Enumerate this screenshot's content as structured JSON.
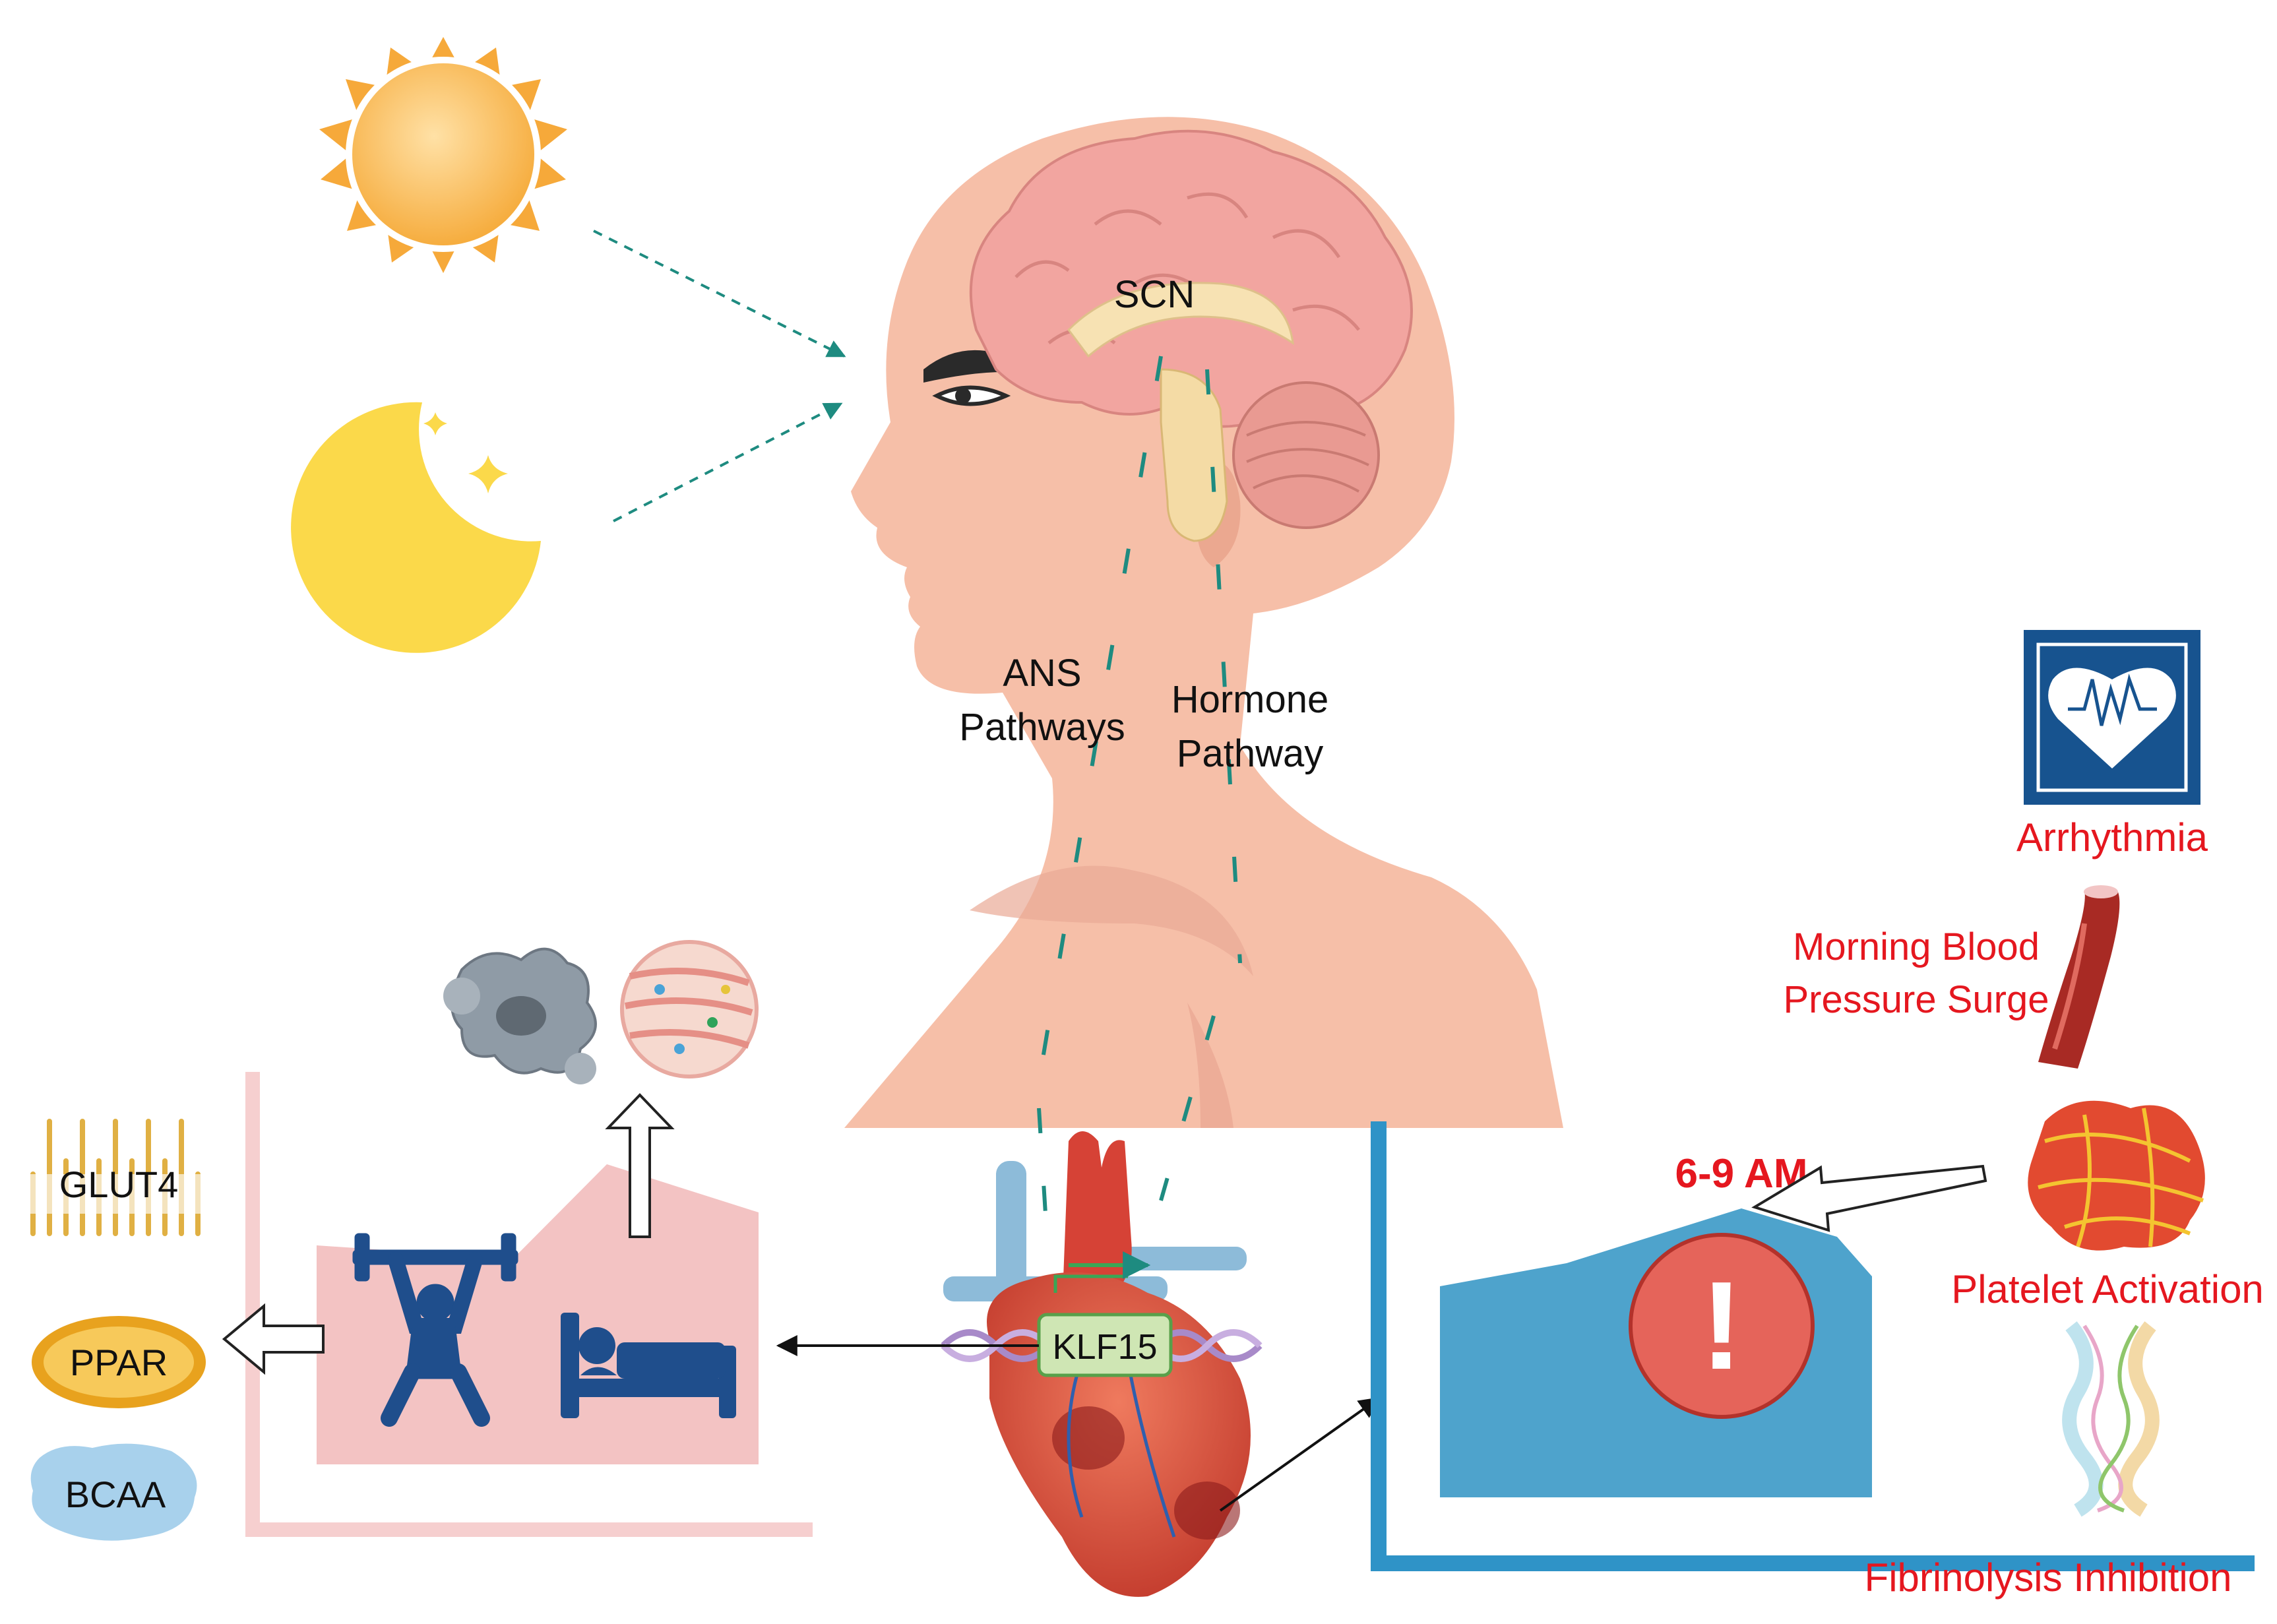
{
  "labels": {
    "scn": "SCN",
    "ans_line1": "ANS",
    "ans_line2": "Pathways",
    "hormone_line1": "Hormone",
    "hormone_line2": "Pathway",
    "klf15": "KLF15",
    "glut4": "GLUT4",
    "ppar": "PPAR",
    "bcaa": "BCAA",
    "time_window": "6-9 AM",
    "alert_symbol": "!",
    "arrhythmia": "Arrhythmia",
    "bp_line1": "Morning Blood",
    "bp_line2": "Pressure Surge",
    "platelet": "Platelet Activation",
    "fibrinolysis": "Fibrinolysis Inhibition"
  },
  "icons": [
    "sun-icon",
    "moon-icon",
    "stars-icon",
    "head-icon",
    "brain-icon",
    "heart-icon",
    "dna-icon",
    "weightlifter-icon",
    "sleeping-person-icon",
    "cells-icon",
    "tissue-icon",
    "mitochondrion-icon",
    "membrane-protein-icon",
    "heart-monitor-icon",
    "blood-vessel-icon",
    "blood-clot-icon",
    "fibrin-icon",
    "warning-icon"
  ],
  "colors": {
    "accent_red": "#e5171f",
    "teal_arrow": "#1e8b80",
    "pink_panel": "#f3c3c3",
    "pink_axis": "#f6cfcf",
    "blue_panel": "#4ea3cc",
    "blue_axis": "#2f93c7",
    "warning_red": "#e5645a",
    "monitor_blue": "#17538f",
    "icon_navy": "#1f4e8c",
    "sun": "#f7b54a",
    "moon": "#fbd94a"
  }
}
